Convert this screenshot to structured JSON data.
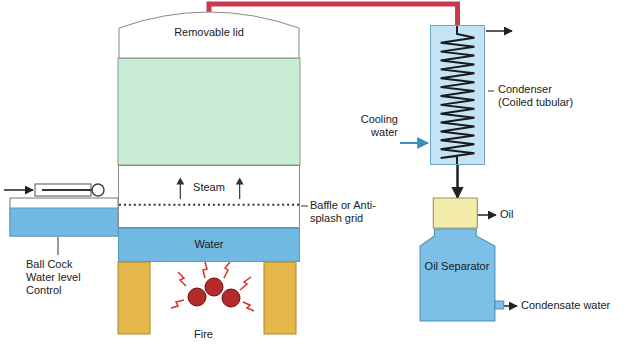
{
  "diagram": {
    "nodes": [
      {
        "text": [
          "Removable lid"
        ]
      },
      {
        "text": [
          "Steam"
        ]
      },
      {
        "text": [
          "Water"
        ]
      },
      {
        "text": [
          "Condenser (Coiled tubular)"
        ]
      },
      {
        "text": [
          "Oil Separator"
        ]
      }
    ],
    "edges": [
      {
        "from": 0,
        "to": 3,
        "arrow": "none"
      },
      {
        "from": 3,
        "to": 4,
        "arrow": "to"
      }
    ],
    "labels": [
      "Baffle or Anti-splash grid",
      "Ball Cock Water level Control",
      "Fire",
      "Cooling water",
      "Oil",
      "Condensate water"
    ]
  }
}
